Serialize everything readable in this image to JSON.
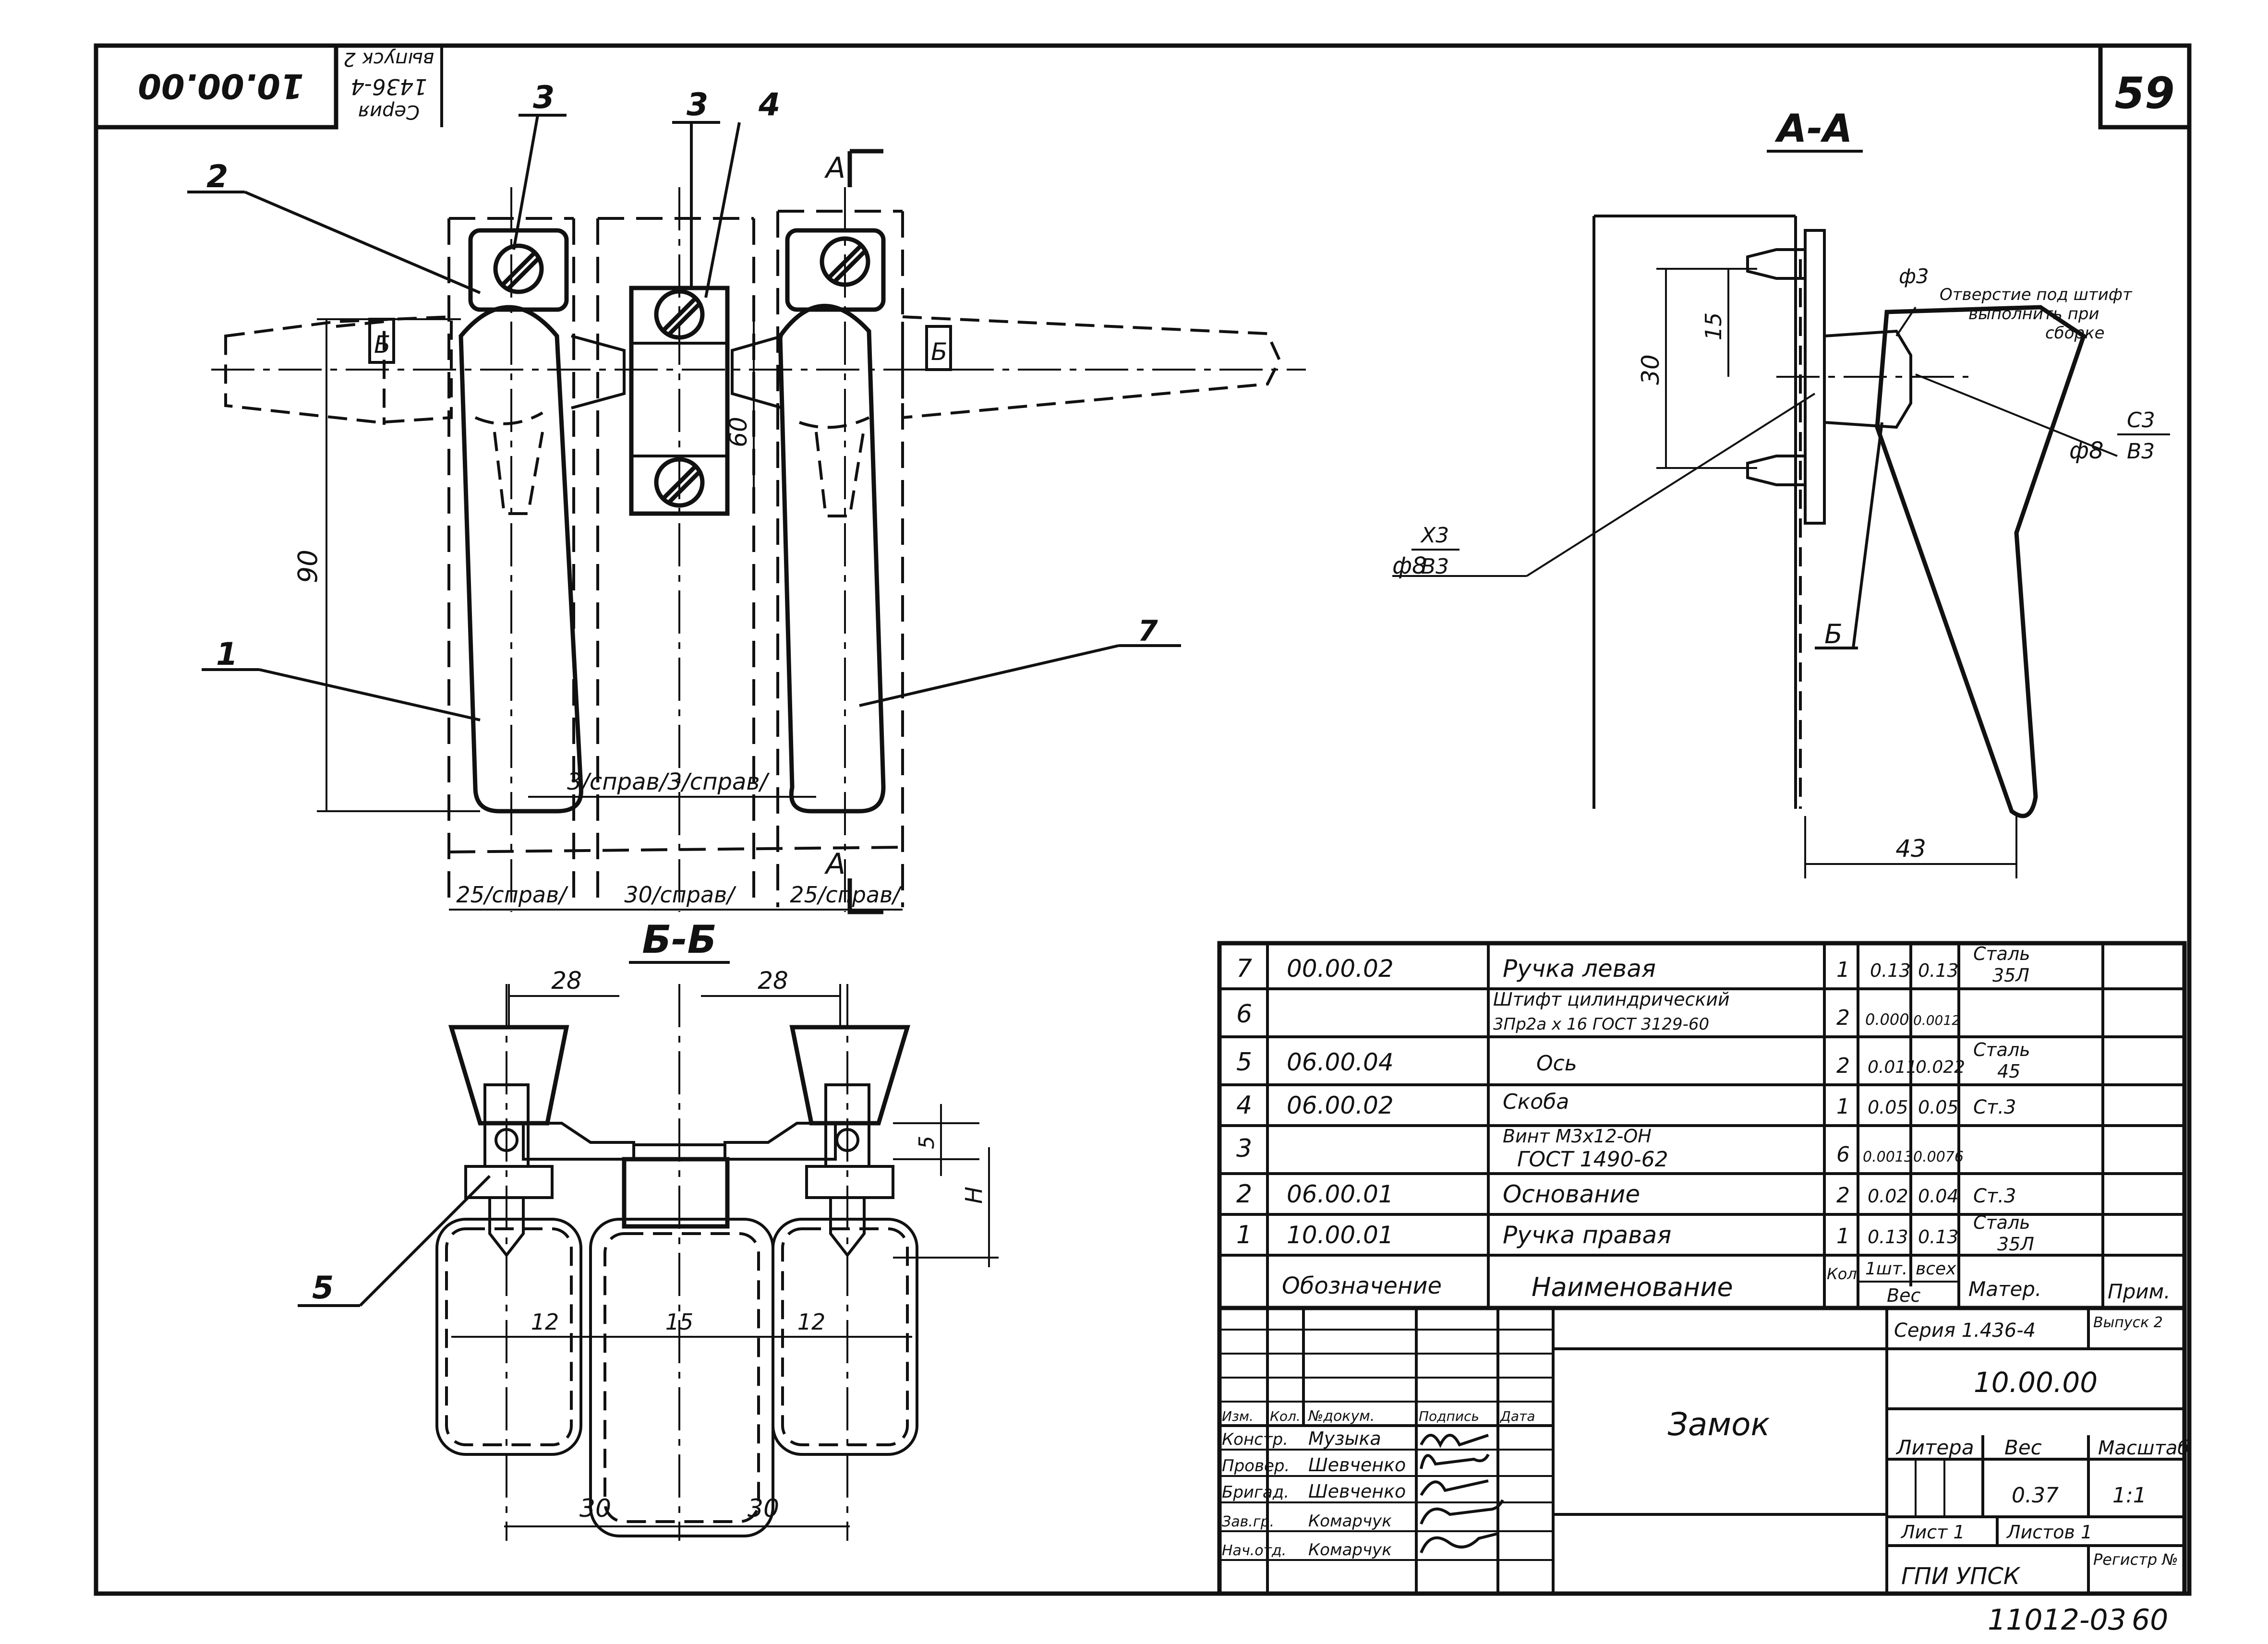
{
  "sheet": {
    "page_number": "59",
    "corner_code": "10.00.00",
    "corner_series_line1": "Серия",
    "corner_series_line2": "1436-4",
    "corner_series_line3": "выпуск 2",
    "bottom_code": "11012-03",
    "bottom_page": "60"
  },
  "views": {
    "section_aa": "А-А",
    "section_bb": "Б-Б",
    "cut_a": "А",
    "cut_b": "Б"
  },
  "callouts": {
    "c1": "1",
    "c2": "2",
    "c3a": "3",
    "c3b": "3",
    "c4": "4",
    "c7": "7",
    "c5": "5"
  },
  "dims_front": {
    "d90": "90",
    "d60": "60",
    "d25l": "25/справ/",
    "d30": "30/справ/",
    "d25r": "25/справ/",
    "d3": "3/справ/3/справ/"
  },
  "dims_aa": {
    "d30": "30",
    "d15": "15",
    "d43": "43",
    "note_diam": "ф3",
    "note_line1": "Отверстие под штифт",
    "note_line2": "выполнить при",
    "note_line3": "сборке",
    "fit_top": "С3",
    "fit_bot": "В3",
    "fit_diam": "ф8",
    "fit2_top": "Х3",
    "fit2_bot": "В3",
    "fit2_diam": "ф8"
  },
  "dims_bb": {
    "d28l": "28",
    "d28r": "28",
    "d5": "5",
    "dH": "Н",
    "d12l": "12",
    "d15": "15",
    "d12r": "12",
    "d30l": "30",
    "d30r": "30"
  },
  "bom": {
    "rows": [
      {
        "pos": "7",
        "code": "00.00.02",
        "name": "Ручка левая",
        "name2": "",
        "qty": "1",
        "w1": "0.13",
        "w2": "0.13",
        "mat": "Сталь",
        "mat2": "35Л"
      },
      {
        "pos": "6",
        "code": "",
        "name": "Штифт цилиндрический",
        "name2": "3Пр2а х 16 ГОСТ 3129-60",
        "qty": "2",
        "w1": "0.000",
        "w2": "0.0012",
        "mat": "",
        "mat2": ""
      },
      {
        "pos": "5",
        "code": "06.00.04",
        "name": "Ось",
        "name2": "",
        "qty": "2",
        "w1": "0.011",
        "w2": "0.022",
        "mat": "Сталь",
        "mat2": "45"
      },
      {
        "pos": "4",
        "code": "06.00.02",
        "name": "Скоба",
        "name2": "",
        "qty": "1",
        "w1": "0.05",
        "w2": "0.05",
        "mat": "Ст.3",
        "mat2": ""
      },
      {
        "pos": "3",
        "code": "",
        "name": "Винт М3х12-ОН",
        "name2": "ГОСТ 1490-62",
        "qty": "6",
        "w1": "0.0013",
        "w2": "0.0076",
        "mat": "",
        "mat2": ""
      },
      {
        "pos": "2",
        "code": "06.00.01",
        "name": "Основание",
        "name2": "",
        "qty": "2",
        "w1": "0.02",
        "w2": "0.04",
        "mat": "Ст.3",
        "mat2": ""
      },
      {
        "pos": "1",
        "code": "10.00.01",
        "name": "Ручка правая",
        "name2": "",
        "qty": "1",
        "w1": "0.13",
        "w2": "0.13",
        "mat": "Сталь",
        "mat2": "35Л"
      }
    ],
    "header": {
      "code": "Обозначение",
      "name": "Наименование",
      "qty": "Кол",
      "w1": "1шт.",
      "w2": "всех",
      "weight": "Вес",
      "mat": "Матер.",
      "note": "Прим."
    }
  },
  "title_block": {
    "series": "Серия 1.436-4",
    "issue": "Выпуск 2",
    "drawing_code": "10.00.00",
    "title": "Замок",
    "litera": "Литера",
    "mass": "Вес",
    "scale": "Масштаб",
    "mass_val": "0.37",
    "scale_val": "1:1",
    "sheet": "Лист 1",
    "sheets": "Листов 1",
    "org": "ГПИ УПСК",
    "registr": "Регистр №",
    "hdr_izm": "Изм.",
    "hdr_kol": "Кол.",
    "hdr_doc": "№докум.",
    "hdr_sign": "Подпись",
    "hdr_date": "Дата",
    "roles": [
      {
        "role": "Констр.",
        "name": "Музыка"
      },
      {
        "role": "Провер.",
        "name": "Шевченко"
      },
      {
        "role": "Бригад.",
        "name": "Шевченко"
      },
      {
        "role": "Зав.гр.",
        "name": "Комарчук"
      },
      {
        "role": "Нач.отд.",
        "name": "Комарчук"
      }
    ]
  }
}
